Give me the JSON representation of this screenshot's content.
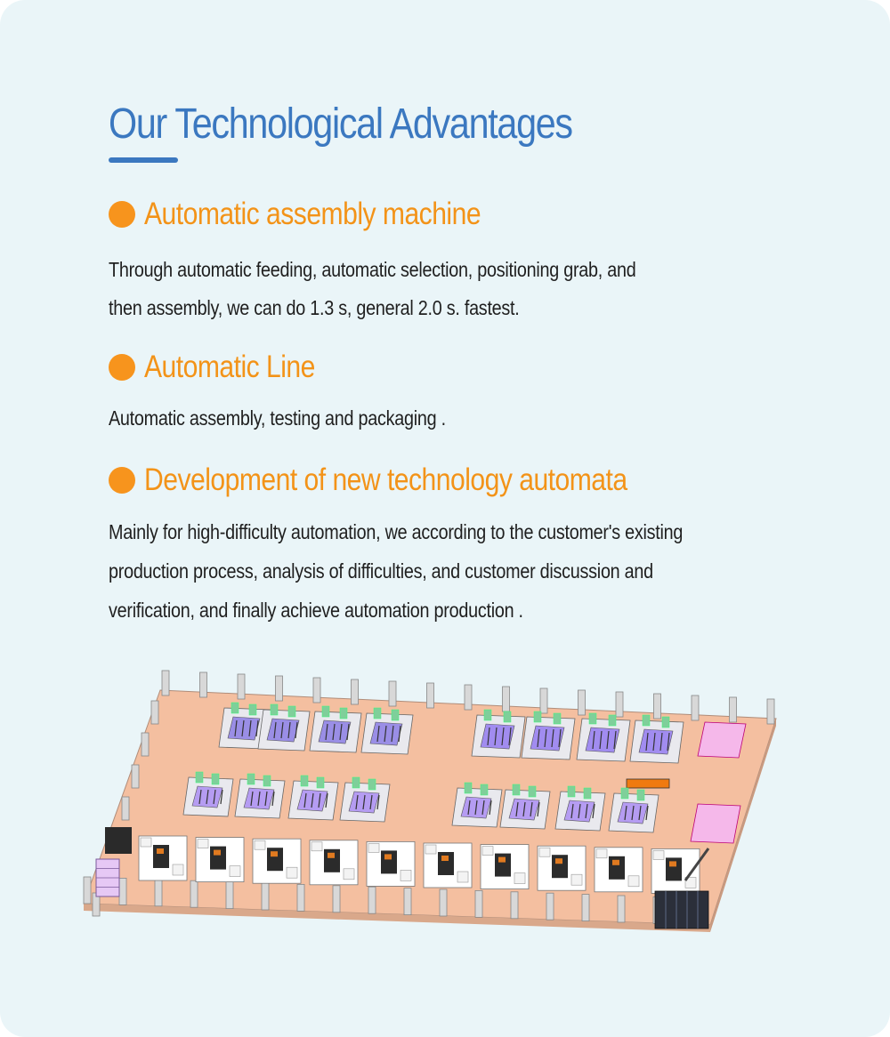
{
  "header": {
    "title": "Our Technological Advantages"
  },
  "sections": [
    {
      "heading": "Automatic assembly machine",
      "body_lines": [
        "Through automatic feeding, automatic selection, positioning grab, and",
        "then assembly, we can do 1.3 s, general 2.0 s. fastest."
      ]
    },
    {
      "heading": "Automatic Line",
      "body_lines": [
        "Automatic assembly, testing and packaging ."
      ]
    },
    {
      "heading": "Development of new technology automata",
      "body_lines": [
        "Mainly for high-difficulty automation, we according to the customer's existing",
        "production process, analysis of difficulties, and customer discussion and",
        "verification, and finally achieve automation production ."
      ]
    }
  ],
  "colors": {
    "background": "#eaf5f8",
    "title_blue": "#3b78c0",
    "accent_orange": "#f39318",
    "body_text": "#1f1f1f",
    "floor": "#f4bfa0"
  },
  "illustration": {
    "icon": "factory-layout-illustration"
  }
}
